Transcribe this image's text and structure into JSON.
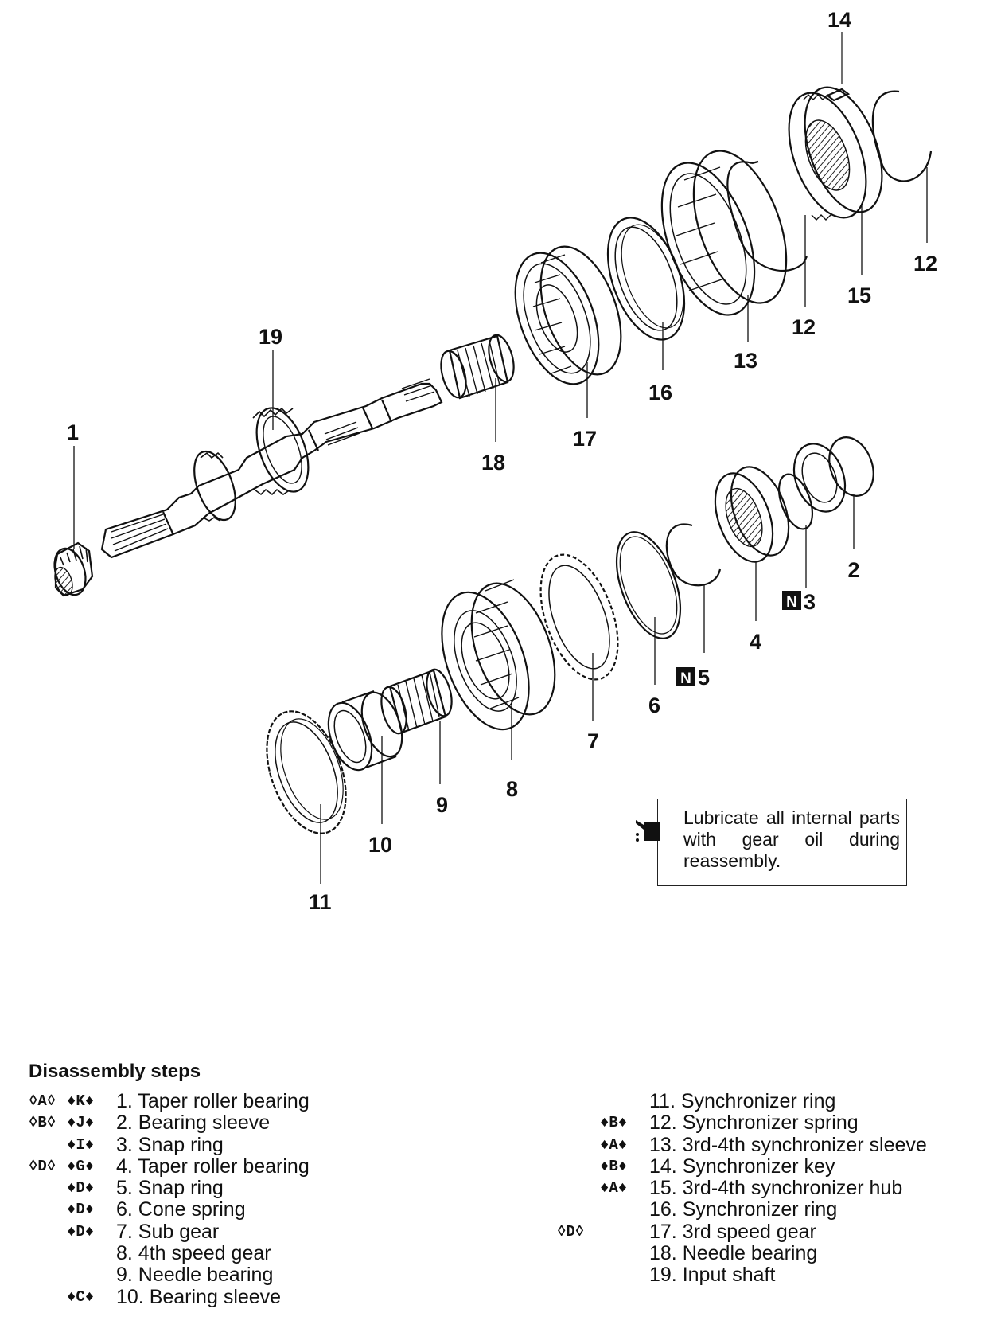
{
  "callouts": {
    "n1": "1",
    "n2": "2",
    "n3": "3",
    "n4": "4",
    "n5": "5",
    "n6": "6",
    "n7": "7",
    "n8": "8",
    "n9": "9",
    "n10": "10",
    "n11": "11",
    "n12a": "12",
    "n12b": "12",
    "n13": "13",
    "n14": "14",
    "n15": "15",
    "n16": "16",
    "n17": "17",
    "n18": "18",
    "n19": "19",
    "new_part_badge": "N"
  },
  "note": {
    "icon": "oil-can-icon",
    "text": "Lubricate all internal parts with gear oil during reassembly."
  },
  "steps": {
    "title": "Disassembly steps",
    "left": [
      {
        "mark1": "◊A◊",
        "mark2": "♦K♦",
        "text": "1. Taper roller bearing"
      },
      {
        "mark1": "◊B◊",
        "mark2": "♦J♦",
        "text": "2. Bearing sleeve"
      },
      {
        "mark1": "",
        "mark2": "♦I♦",
        "text": "3. Snap ring"
      },
      {
        "mark1": "◊D◊",
        "mark2": "♦G♦",
        "text": "4. Taper roller bearing"
      },
      {
        "mark1": "",
        "mark2": "♦D♦",
        "text": "5. Snap ring"
      },
      {
        "mark1": "",
        "mark2": "♦D♦",
        "text": "6. Cone spring"
      },
      {
        "mark1": "",
        "mark2": "♦D♦",
        "text": "7. Sub gear"
      },
      {
        "mark1": "",
        "mark2": "",
        "text": "8. 4th speed gear"
      },
      {
        "mark1": "",
        "mark2": "",
        "text": "9. Needle bearing"
      },
      {
        "mark1": "",
        "mark2": "♦C♦",
        "text": "10. Bearing sleeve"
      }
    ],
    "right": [
      {
        "mark1": "",
        "mark2": "",
        "text": "11. Synchronizer ring"
      },
      {
        "mark1": "",
        "mark2": "♦B♦",
        "text": "12. Synchronizer spring"
      },
      {
        "mark1": "",
        "mark2": "♦A♦",
        "text": "13. 3rd-4th synchronizer sleeve"
      },
      {
        "mark1": "",
        "mark2": "♦B♦",
        "text": "14. Synchronizer key"
      },
      {
        "mark1": "",
        "mark2": "♦A♦",
        "text": "15. 3rd-4th synchronizer hub"
      },
      {
        "mark1": "",
        "mark2": "",
        "text": "16. Synchronizer ring"
      },
      {
        "mark1": "◊D◊",
        "mark2": "",
        "text": "17. 3rd speed gear"
      },
      {
        "mark1": "",
        "mark2": "",
        "text": "18. Needle bearing"
      },
      {
        "mark1": "",
        "mark2": "",
        "text": "19. Input shaft"
      }
    ]
  }
}
